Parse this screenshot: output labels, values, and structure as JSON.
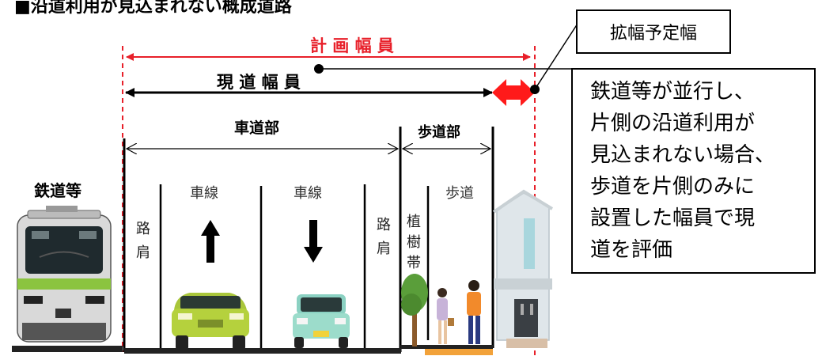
{
  "title": "■沿道利用が見込まれない概成道路",
  "labels": {
    "planned_width": "計 画 幅 員",
    "current_width": "現 道 幅 員",
    "roadway": "車道部",
    "sidewalk_section": "歩道部",
    "railway": "鉄道等",
    "lane_1": "車線",
    "lane_2": "車線",
    "sidewalk": "歩道",
    "shoulder_left": "路 肩",
    "shoulder_right": "路 肩",
    "planting_strip": "植 樹 帯",
    "expansion_box": "拡幅予定幅",
    "note_lines": [
      "鉄道等が並行し、",
      "片側の沿道利用が",
      "見込まれない場合、",
      "歩道を片側のみに",
      "設置した幅員で現",
      "道を評価"
    ]
  },
  "colors": {
    "planned_width": "#e8202a",
    "expansion_arrow": "#ff1a1a",
    "train_green": "#8bc43f",
    "ground": "#222222",
    "planting_ground": "#f2a23a"
  }
}
